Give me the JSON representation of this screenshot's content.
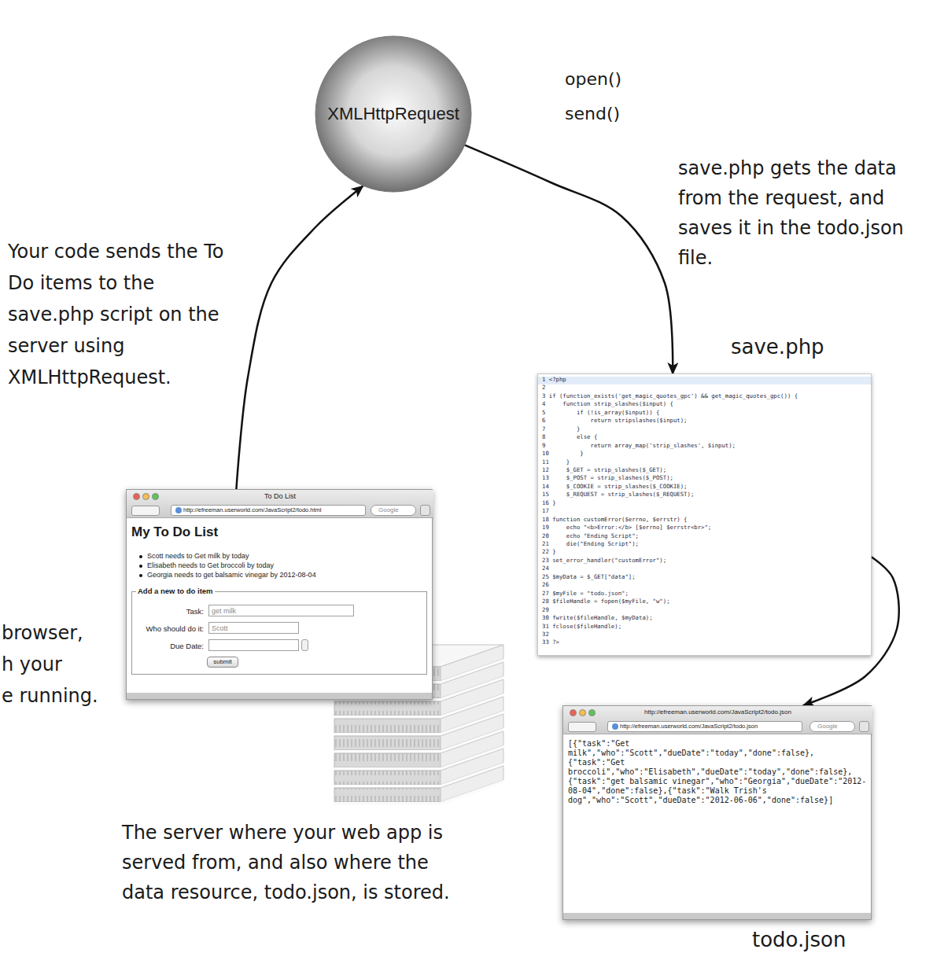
{
  "diagram": {
    "nodes": [
      {
        "text": [
          "XMLHttpRequest"
        ]
      },
      {
        "text": [
          "save.php",
          "1 <?php",
          "2",
          "3 if (function_exists('get_magic_quotes_gpc') && get_magic_quotes_gpc()) {",
          "4     function strip_slashes($input) {",
          "5         if (!is_array($input)) {",
          "6             return stripslashes($input);",
          "7         }",
          "8         else {",
          "9             return array_map('strip_slashes', $input);",
          "10         }",
          "11     }",
          "12     $_GET = strip_slashes($_GET);",
          "13     $_POST = strip_slashes($_POST);",
          "14     $_COOKIE = strip_slashes($_COOKIE);",
          "15     $_REQUEST = strip_slashes($_REQUEST);",
          "16 }",
          "17",
          "18 function customError($errno, $errstr) {",
          "19     echo \"<b>Error:</b> [$errno] $errstr<br>\";",
          "20     echo \"Ending Script\";",
          "21     die(\"Ending Script\");",
          "22 }",
          "23 set_error_handler(\"customError\");",
          "24",
          "25 $myData = $_GET[\"data\"];",
          "26",
          "27 $myFile = \"todo.json\";",
          "28 $fileHandle = fopen($myFile, \"w\");",
          "29",
          "30 fwrite($fileHandle, $myData);",
          "31 fclose($fileHandle);",
          "32",
          "33 ?>"
        ]
      },
      {
        "text": [
          "To Do List",
          "http://efreeman.userworld.com/JavaScript2/todo.html",
          "Google",
          "My To Do List",
          "Scott needs to Get milk by today",
          "Elisabeth needs to Get broccoli by today",
          "Georgia needs to get balsamic vinegar by 2012-08-04",
          "Add a new to do item",
          "Task:",
          "get milk",
          "Who should do it:",
          "Scott",
          "Due Date:",
          "submit"
        ]
      },
      {
        "text": [
          "http://efreeman.userworld.com/JavaScript2/todo.json",
          "http://efreeman.userworld.com/JavaScript2/todo.json",
          "Google",
          "[{\"task\":\"Get milk\",\"who\":\"Scott\",\"dueDate\":\"today\",\"done\":false},{\"task\":\"Get broccoli\",\"who\":\"Elisabeth\",\"dueDate\":\"today\",\"done\":false},{\"task\":\"get balsamic vinegar\",\"who\":\"Georgia\",\"dueDate\":\"2012-08-04\",\"done\":false},{\"task\":\"Walk Trish's dog\",\"who\":\"Scott\",\"dueDate\":\"2012-06-06\",\"done\":false}]",
          "todo.json"
        ]
      }
    ],
    "edges": [
      {
        "from": 2,
        "to": 0,
        "arrow": "to"
      },
      {
        "from": 0,
        "to": 1,
        "arrow": "to"
      },
      {
        "from": 1,
        "to": 3,
        "arrow": "to"
      }
    ],
    "labels": [
      "open()",
      "send()",
      "Your code sends the To Do items to the save.php script on the server using XMLHttpRequest.",
      "save.php gets the data from the request, and saves it in the todo.json file.",
      "The server where your web app is served from, and also where the data resource, todo.json, is stored.",
      "browser,",
      "h your",
      "e running."
    ]
  }
}
